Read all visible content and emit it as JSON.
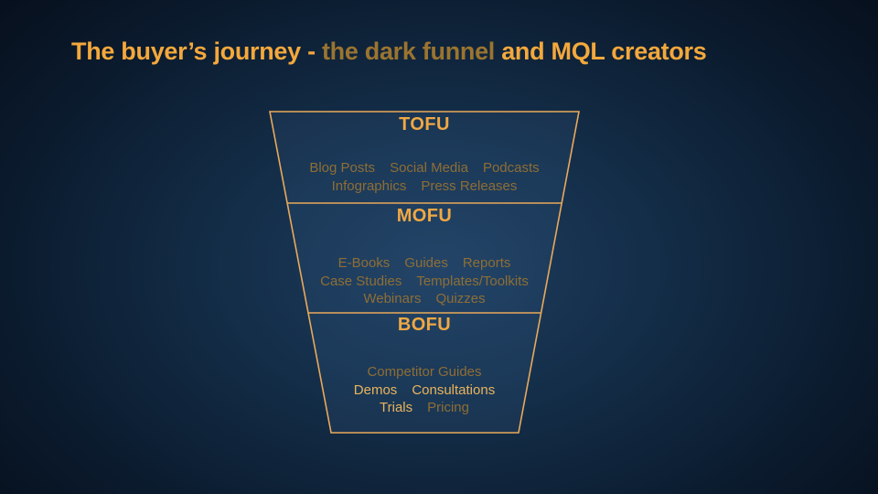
{
  "slide": {
    "title": {
      "segments": [
        {
          "text": "The buyer’s journey - ",
          "tone": "bright"
        },
        {
          "text": "the dark funnel",
          "tone": "dim"
        },
        {
          "text": " and MQL creators",
          "tone": "bright"
        }
      ]
    }
  },
  "funnel": {
    "sections": [
      {
        "label": "TOFU",
        "lines": [
          {
            "items": [
              {
                "text": "Blog Posts",
                "tone": "dim"
              },
              {
                "text": "Social Media",
                "tone": "dim"
              },
              {
                "text": "Podcasts",
                "tone": "dim"
              }
            ]
          },
          {
            "items": [
              {
                "text": "Infographics",
                "tone": "dim"
              },
              {
                "text": "Press Releases",
                "tone": "dim"
              }
            ]
          }
        ]
      },
      {
        "label": "MOFU",
        "lines": [
          {
            "items": [
              {
                "text": "E-Books",
                "tone": "dim"
              },
              {
                "text": "Guides",
                "tone": "dim"
              },
              {
                "text": "Reports",
                "tone": "dim"
              }
            ]
          },
          {
            "items": [
              {
                "text": "Case Studies",
                "tone": "dim"
              },
              {
                "text": "Templates/Toolkits",
                "tone": "dim"
              }
            ]
          },
          {
            "items": [
              {
                "text": "Webinars",
                "tone": "dim"
              },
              {
                "text": "Quizzes",
                "tone": "dim"
              }
            ]
          }
        ]
      },
      {
        "label": "BOFU",
        "lines": [
          {
            "items": [
              {
                "text": "Competitor Guides",
                "tone": "dim"
              }
            ]
          },
          {
            "items": [
              {
                "text": "Demos",
                "tone": "bright"
              },
              {
                "text": "Consultations",
                "tone": "bright"
              }
            ]
          },
          {
            "items": [
              {
                "text": "Trials",
                "tone": "bright"
              },
              {
                "text": "Pricing",
                "tone": "dim"
              }
            ]
          }
        ]
      }
    ]
  },
  "colors": {
    "background_center": "#1d3d5e",
    "background_edge": "#040811",
    "title_bright": "#F4A83C",
    "title_dim": "#9A7430",
    "accent_bright": "#F0A843",
    "item_bright": "#E9B45C",
    "item_dim": "#8E6E35",
    "funnel_stroke": "#E9A95B"
  }
}
